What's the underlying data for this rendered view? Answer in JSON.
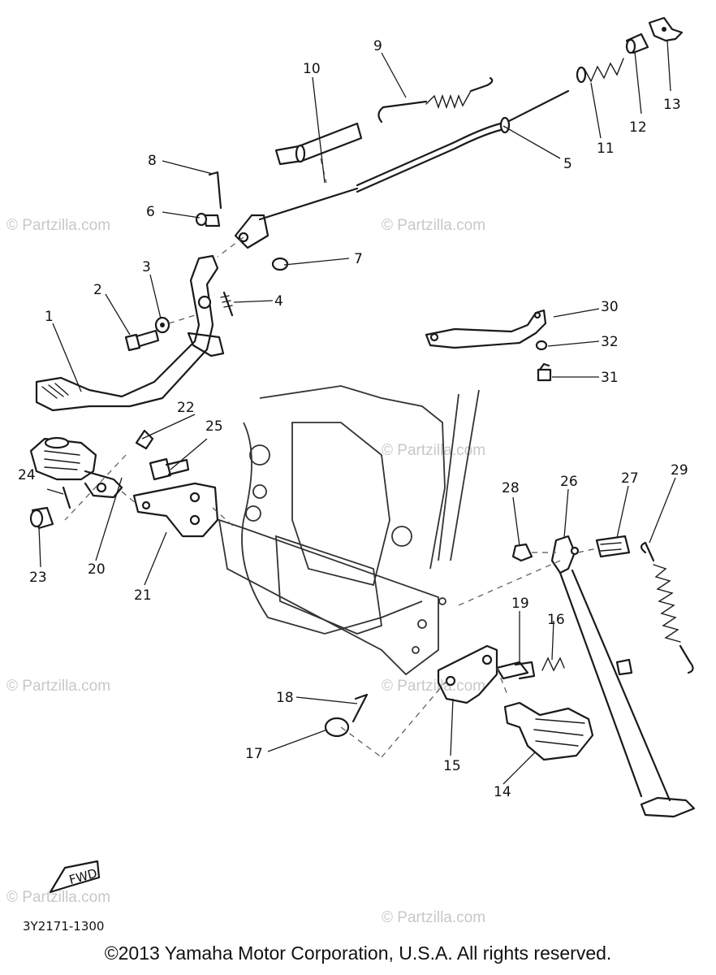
{
  "watermark_text": "© Partzilla.com",
  "fwd_label": "FWD",
  "diagram_code": "3Y2171-1300",
  "copyright": "©2013 Yamaha Motor Corporation, U.S.A. All rights reserved.",
  "callouts": {
    "n1": "1",
    "n2": "2",
    "n3": "3",
    "n4": "4",
    "n5": "5",
    "n6": "6",
    "n7": "7",
    "n8": "8",
    "n9": "9",
    "n10": "10",
    "n11": "11",
    "n12": "12",
    "n13": "13",
    "n14": "14",
    "n15": "15",
    "n16": "16",
    "n17": "17",
    "n18": "18",
    "n19": "19",
    "n20": "20",
    "n21": "21",
    "n22": "22",
    "n23": "23",
    "n24": "24",
    "n25": "25",
    "n26": "26",
    "n27": "27",
    "n28": "28",
    "n29": "29",
    "n30": "30",
    "n31": "31",
    "n32": "32"
  }
}
